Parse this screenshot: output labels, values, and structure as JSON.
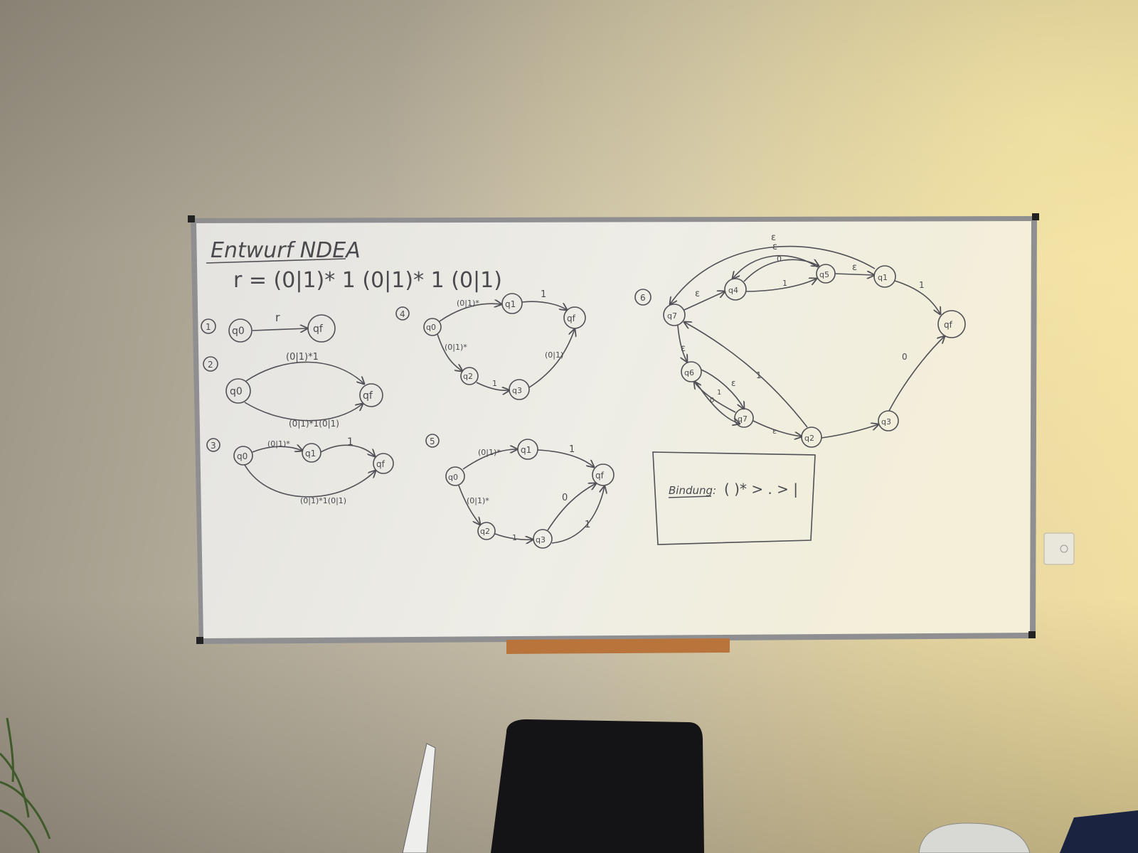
{
  "whiteboard": {
    "heading": "Entwurf NDEA",
    "regex": "r = (0|1)* 1 (0|1)* 1 (0|1)",
    "note_label": "Bindung:",
    "note_expr": "( )* > . > |"
  },
  "steps": {
    "s1": {
      "number": "1",
      "states": [
        "q0",
        "qf"
      ],
      "edges": [
        "r"
      ]
    },
    "s2": {
      "number": "2",
      "states": [
        "q0",
        "qf"
      ],
      "edges": [
        "(0|1)*1",
        "(0|1)*1(0|1)"
      ]
    },
    "s3": {
      "number": "3",
      "states": [
        "q0",
        "q1",
        "qf"
      ],
      "edges": [
        "(0|1)*",
        "1",
        "(0|1)*1(0|1)"
      ]
    },
    "s4": {
      "number": "4",
      "states": [
        "q0",
        "q1",
        "qf",
        "q2",
        "q3"
      ],
      "edges": [
        "(0|1)*",
        "1",
        "(0|1)*",
        "1",
        "(0|1)"
      ]
    },
    "s5": {
      "number": "5",
      "states": [
        "q0",
        "q1",
        "qf",
        "q2",
        "q3"
      ],
      "edges": [
        "(0|1)*",
        "1",
        "(0|1)*",
        "1",
        "0",
        "1"
      ]
    },
    "s6": {
      "number": "6",
      "states": [
        "q7",
        "q4",
        "q5",
        "q1",
        "qf",
        "q6",
        "q7",
        "q2",
        "q3"
      ],
      "edges": [
        "ε",
        "0",
        "ε",
        "1",
        "ε",
        "1",
        "ε",
        "ε",
        "ε",
        "0",
        "1",
        "ε",
        "1",
        "0"
      ]
    }
  }
}
